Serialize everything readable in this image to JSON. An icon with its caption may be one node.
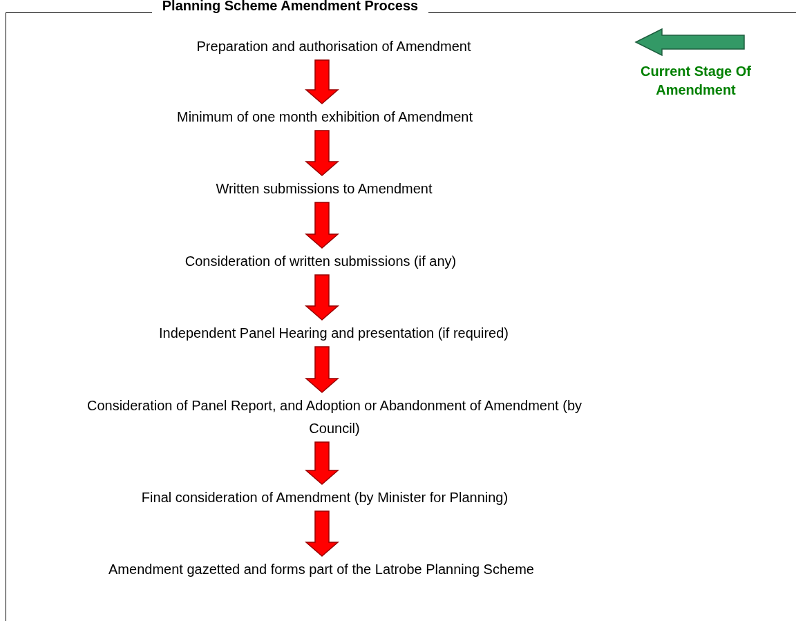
{
  "diagram": {
    "title": "Planning Scheme Amendment Process",
    "nodes": [
      {
        "text": [
          "Preparation and authorisation of Amendment"
        ]
      },
      {
        "text": [
          "Minimum of one month exhibition of Amendment"
        ]
      },
      {
        "text": [
          "Written submissions to Amendment"
        ]
      },
      {
        "text": [
          "Consideration of written submissions (if any)"
        ]
      },
      {
        "text": [
          "Independent Panel Hearing and presentation (if required)"
        ]
      },
      {
        "text": [
          "Consideration of Panel Report, and Adoption or Abandonment of Amendment (by Council)"
        ]
      },
      {
        "text": [
          "Final consideration of Amendment (by Minister for Planning)"
        ]
      },
      {
        "text": [
          "Amendment gazetted and forms part of the Latrobe Planning Scheme"
        ]
      }
    ],
    "edges": [
      {
        "from": 0,
        "to": 1,
        "arrow": "to"
      },
      {
        "from": 1,
        "to": 2,
        "arrow": "to"
      },
      {
        "from": 2,
        "to": 3,
        "arrow": "to"
      },
      {
        "from": 3,
        "to": 4,
        "arrow": "to"
      },
      {
        "from": 4,
        "to": 5,
        "arrow": "to"
      },
      {
        "from": 5,
        "to": 6,
        "arrow": "to"
      },
      {
        "from": 6,
        "to": 7,
        "arrow": "to"
      }
    ],
    "legend": [
      {
        "text": "Current Stage Of Amendment"
      }
    ]
  }
}
